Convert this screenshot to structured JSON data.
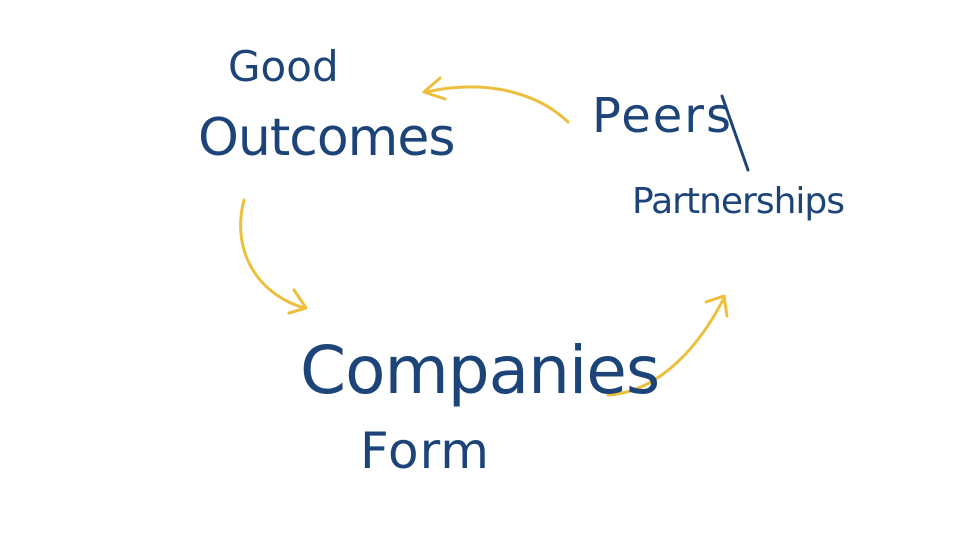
{
  "diagram": {
    "nodes": {
      "good_outcomes": {
        "line1": "Good",
        "line2": "Outcomes"
      },
      "peers_partnerships": {
        "line1": "Peers",
        "line2": "Partnerships"
      },
      "companies_form": {
        "line1": "Companies",
        "line2": "Form"
      }
    },
    "edges": [
      {
        "from": "good_outcomes",
        "to": "companies_form"
      },
      {
        "from": "companies_form",
        "to": "peers_partnerships"
      },
      {
        "from": "peers_partnerships",
        "to": "good_outcomes"
      }
    ],
    "colors": {
      "text": "#1d4478",
      "arrow": "#ecbf3c",
      "background": "#ffffff"
    }
  }
}
